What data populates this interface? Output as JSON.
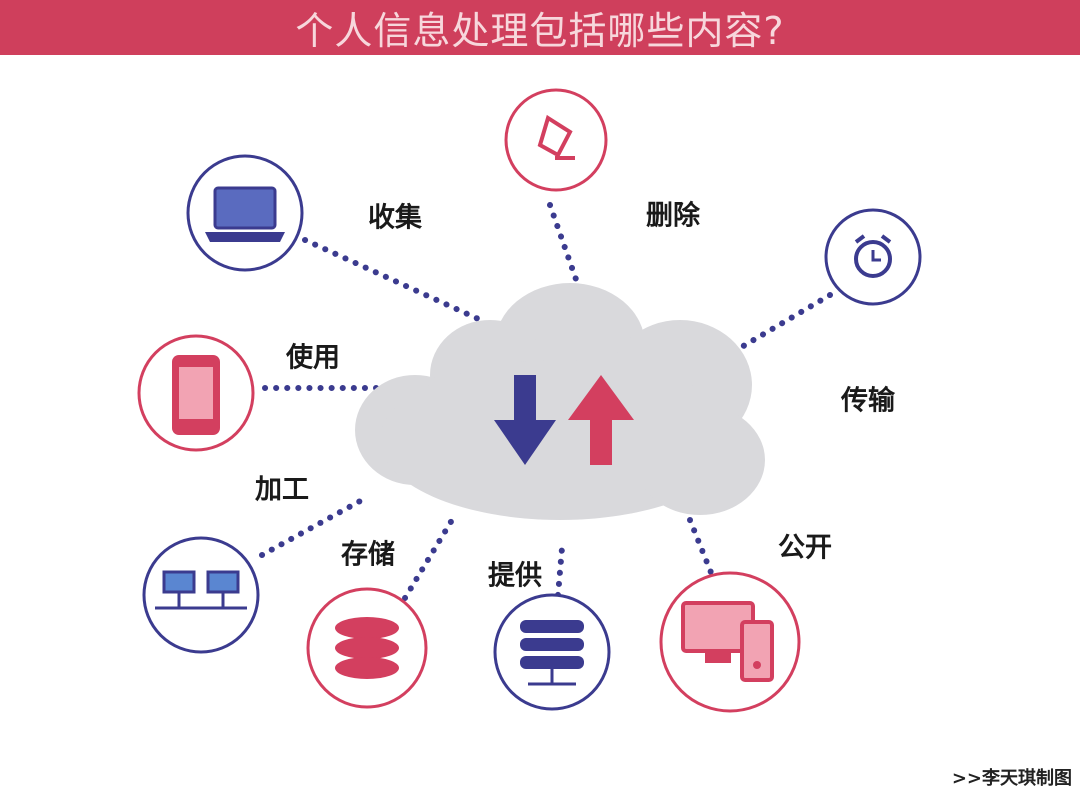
{
  "title": "个人信息处理包括哪些内容?",
  "labels": {
    "collect": "收集",
    "delete": "删除",
    "transmit": "传输",
    "use": "使用",
    "process": "加工",
    "store": "存储",
    "provide": "提供",
    "disclose": "公开"
  },
  "credit": ">>李天琪制图",
  "colors": {
    "header": "#cf3f5c",
    "blue": "#3b3b8f",
    "pink": "#d33f5f",
    "cloud": "#d9d9dc"
  }
}
